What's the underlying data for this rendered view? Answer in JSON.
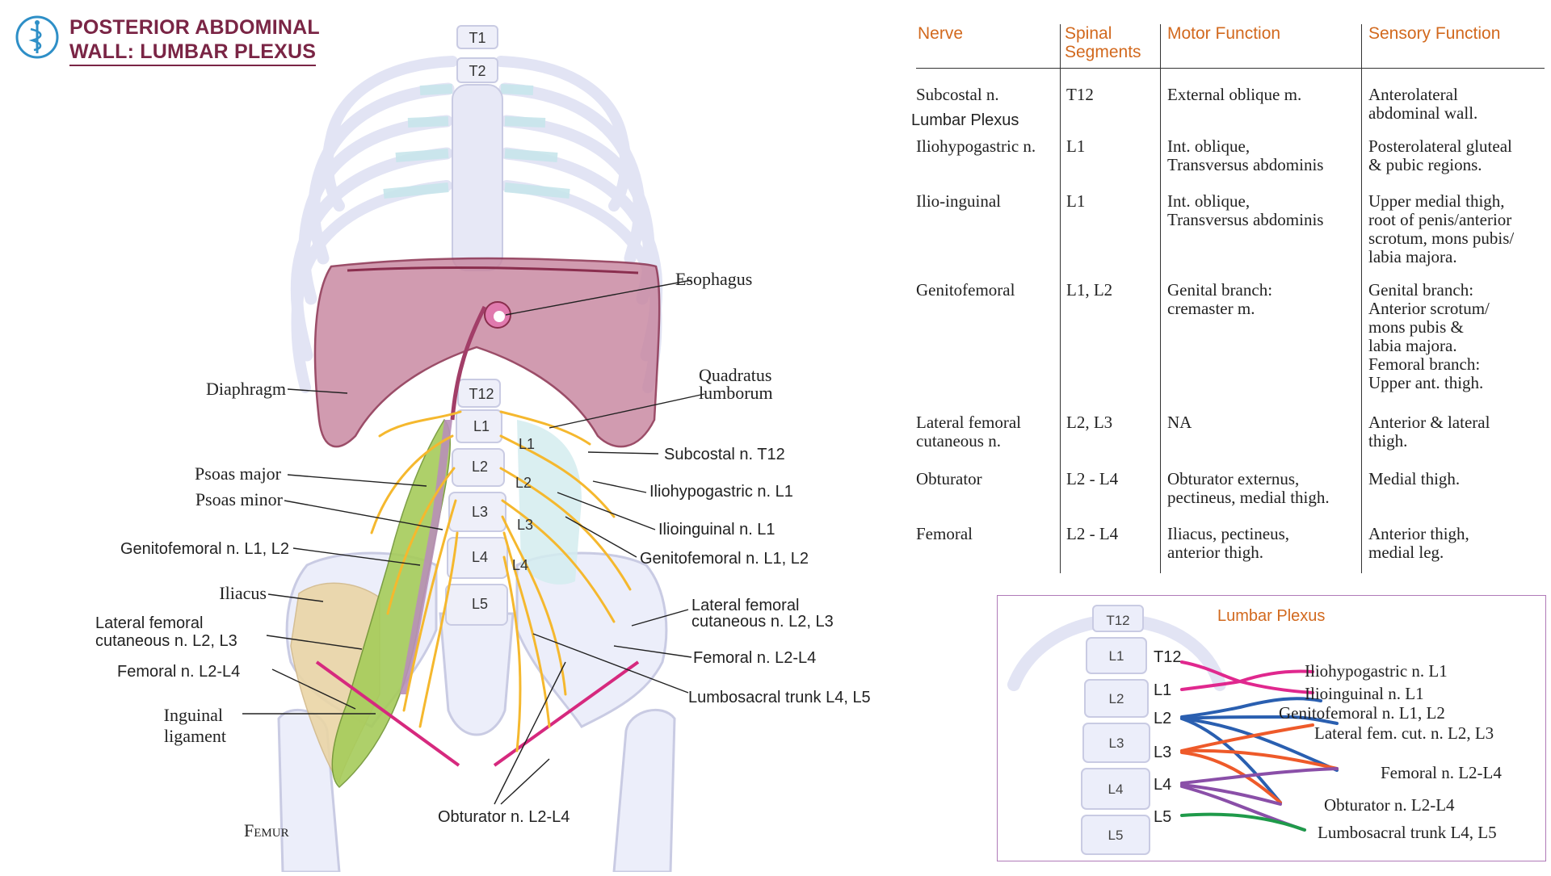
{
  "header": {
    "title_line1": "POSTERIOR ABDOMINAL",
    "title_line2": "WALL: LUMBAR PLEXUS",
    "logo_icon": "medical-caduceus-icon",
    "title_color": "#7a2545"
  },
  "figure": {
    "vertebrae": {
      "t1": "T1",
      "t2": "T2",
      "t12": "T12",
      "l1": "L1",
      "l2": "L2",
      "l3": "L3",
      "l4": "L4",
      "l5": "L5"
    },
    "labels": {
      "esophagus": "Esophagus",
      "diaphragm": "Diaphragm",
      "quadratus_1": "Quadratus",
      "quadratus_2": "lumborum",
      "psoas_major": "Psoas major",
      "psoas_minor": "Psoas minor",
      "genitofemoral_left": "Genitofemoral n. L1, L2",
      "iliacus": "Iliacus",
      "lfc_left_1": "Lateral femoral",
      "lfc_left_2": "cutaneous n. L2, L3",
      "femoral_left": "Femoral n. L2-L4",
      "inguinal_1": "Inguinal",
      "inguinal_2": "ligament",
      "femur": "Femur",
      "subcostal": "Subcostal n. T12",
      "iliohypogastric": "Iliohypogastric n. L1",
      "ilioinguinal": "Ilioinguinal n. L1",
      "genitofemoral_right": "Genitofemoral n. L1, L2",
      "lfc_right_1": "Lateral femoral",
      "lfc_right_2": "cutaneous n. L2, L3",
      "femoral_right": "Femoral n. L2-L4",
      "lumbosacral": "Lumbosacral trunk L4, L5",
      "obturator": "Obturator n. L2-L4",
      "right_l1": "L1",
      "right_l2": "L2",
      "right_l3": "L3",
      "right_l4": "L4"
    },
    "colors": {
      "nerve": "#f5b82e",
      "diaphragm": "#b0657f",
      "psoas": "#a6cc5a",
      "iliacus": "#ead5a6",
      "ligament": "#d6297e",
      "bone": "#e9eaf7"
    }
  },
  "table": {
    "headers": {
      "nerve": "Nerve",
      "segments_1": "Spinal",
      "segments_2": "Segments",
      "motor": "Motor Function",
      "sensory": "Sensory Function"
    },
    "header_color": "#d2691e",
    "subtitle": "Lumbar Plexus",
    "rows": [
      {
        "nerve": "Subcostal n.",
        "segments": "T12",
        "motor": "External oblique m.",
        "sensory": "Anterolateral\nabdominal wall."
      },
      {
        "nerve": "Iliohypogastric n.",
        "segments": "L1",
        "motor": "Int. oblique,\nTransversus abdominis",
        "sensory": "Posterolateral gluteal\n& pubic regions."
      },
      {
        "nerve": "Ilio-inguinal",
        "segments": "L1",
        "motor": "Int. oblique,\nTransversus abdominis",
        "sensory": "Upper medial thigh,\nroot of penis/anterior\nscrotum, mons pubis/\nlabia majora."
      },
      {
        "nerve": "Genitofemoral",
        "segments": "L1, L2",
        "motor": "Genital branch:\ncremaster m.",
        "sensory": "Genital branch:\nAnterior scrotum/\nmons pubis &\nlabia majora.\nFemoral branch:\nUpper ant. thigh."
      },
      {
        "nerve": "Lateral femoral\ncutaneous n.",
        "segments": "L2, L3",
        "motor": "NA",
        "sensory": "Anterior & lateral\nthigh."
      },
      {
        "nerve": "Obturator",
        "segments": "L2 - L4",
        "motor": "Obturator externus,\npectineus, medial thigh.",
        "sensory": "Medial thigh."
      },
      {
        "nerve": "Femoral",
        "segments": "L2 - L4",
        "motor": "Iliacus, pectineus,\nanterior thigh.",
        "sensory": "Anterior thigh,\nmedial leg."
      }
    ]
  },
  "inset": {
    "title": "Lumbar Plexus",
    "vertebrae": [
      "T12",
      "L1",
      "L2",
      "L3",
      "L4",
      "L5"
    ],
    "roots": [
      "T12",
      "L1",
      "L2",
      "L3",
      "L4",
      "L5"
    ],
    "branches": [
      "Iliohypogastric n. L1",
      "Ilioinguinal n. L1",
      "Genitofemoral n. L1, L2",
      "Lateral fem. cut. n. L2, L3",
      "Femoral n. L2-L4",
      "Obturator n. L2-L4",
      "Lumbosacral trunk L4, L5"
    ],
    "colors": {
      "magenta": "#e0288e",
      "blue": "#2a5fb0",
      "orange": "#ee5a2a",
      "purple": "#8a4fa8",
      "green": "#1f9a4a",
      "border": "#b07ab8"
    }
  }
}
